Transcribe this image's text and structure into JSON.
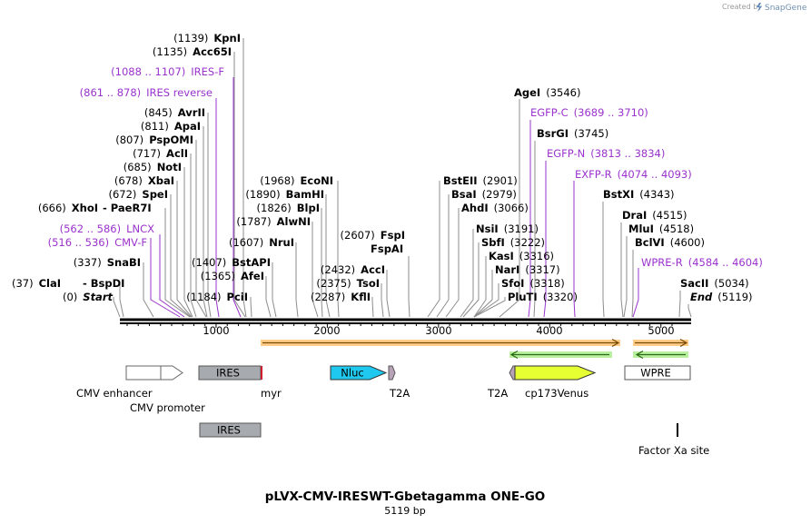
{
  "branding": {
    "created_by": "Created by",
    "product": "SnapGene"
  },
  "title": "pLVX-CMV-IRESWT-Gbetagamma ONE-GO",
  "length_label": "5119 bp",
  "ruler": {
    "labels": [
      "1000",
      "2000",
      "3000",
      "4000",
      "5000"
    ]
  },
  "sites": [
    {
      "pos": "(37)",
      "name": "ClaI"
    },
    {
      "pos": "",
      "name": "BspDI"
    },
    {
      "pos": "(0)",
      "name": "Start"
    },
    {
      "pos": "(337)",
      "name": "SnaBI"
    },
    {
      "pos": "(516 .. 536)",
      "name": "CMV-F"
    },
    {
      "pos": "(562 .. 586)",
      "name": "LNCX"
    },
    {
      "pos": "(666)",
      "name": "XhoI"
    },
    {
      "pos": "",
      "name": "PaeR7I"
    },
    {
      "pos": "(672)",
      "name": "SpeI"
    },
    {
      "pos": "(678)",
      "name": "XbaI"
    },
    {
      "pos": "(685)",
      "name": "NotI"
    },
    {
      "pos": "(717)",
      "name": "AclI"
    },
    {
      "pos": "(807)",
      "name": "PspOMI"
    },
    {
      "pos": "(811)",
      "name": "ApaI"
    },
    {
      "pos": "(845)",
      "name": "AvrII"
    },
    {
      "pos": "(861 .. 878)",
      "name": "IRES reverse"
    },
    {
      "pos": "(1088 .. 1107)",
      "name": "IRES-F"
    },
    {
      "pos": "(1135)",
      "name": "Acc65I"
    },
    {
      "pos": "(1139)",
      "name": "KpnI"
    },
    {
      "pos": "(1184)",
      "name": "PciI"
    },
    {
      "pos": "(1365)",
      "name": "AfeI"
    },
    {
      "pos": "(1407)",
      "name": "BstAPI"
    },
    {
      "pos": "(1607)",
      "name": "NruI"
    },
    {
      "pos": "(1787)",
      "name": "AlwNI"
    },
    {
      "pos": "(1826)",
      "name": "BlpI"
    },
    {
      "pos": "(1890)",
      "name": "BamHI"
    },
    {
      "pos": "(1968)",
      "name": "EcoNI"
    },
    {
      "pos": "(2287)",
      "name": "KflI"
    },
    {
      "pos": "(2375)",
      "name": "TsoI"
    },
    {
      "pos": "(2432)",
      "name": "AccI"
    },
    {
      "pos": "(2607)",
      "name": "FspI"
    },
    {
      "pos": "",
      "name": "FspAI"
    },
    {
      "pos": "(2901)",
      "name": "BstEII"
    },
    {
      "pos": "(2979)",
      "name": "BsaI"
    },
    {
      "pos": "(3066)",
      "name": "AhdI"
    },
    {
      "pos": "(3191)",
      "name": "NsiI"
    },
    {
      "pos": "(3222)",
      "name": "SbfI"
    },
    {
      "pos": "(3316)",
      "name": "KasI"
    },
    {
      "pos": "(3317)",
      "name": "NarI"
    },
    {
      "pos": "(3318)",
      "name": "SfoI"
    },
    {
      "pos": "(3320)",
      "name": "PluTI"
    },
    {
      "pos": "(3546)",
      "name": "AgeI"
    },
    {
      "pos": "(3689 .. 3710)",
      "name": "EGFP-C"
    },
    {
      "pos": "(3745)",
      "name": "BsrGI"
    },
    {
      "pos": "(3813 .. 3834)",
      "name": "EGFP-N"
    },
    {
      "pos": "(4074 .. 4093)",
      "name": "EXFP-R"
    },
    {
      "pos": "(4343)",
      "name": "BstXI"
    },
    {
      "pos": "(4515)",
      "name": "DraI"
    },
    {
      "pos": "(4518)",
      "name": "MluI"
    },
    {
      "pos": "(4600)",
      "name": "BclVI"
    },
    {
      "pos": "(4584 .. 4604)",
      "name": "WPRE-R"
    },
    {
      "pos": "(5034)",
      "name": "SacII"
    },
    {
      "pos": "(5119)",
      "name": "End"
    }
  ],
  "features": {
    "cmv_enhancer": "CMV enhancer",
    "cmv_promoter": "CMV promoter",
    "ires": "IRES",
    "myr": "myr",
    "nluc": "Nluc",
    "t2a_1": "T2A",
    "t2a_2": "T2A",
    "cp173venus": "cp173Venus",
    "wpre": "WPRE",
    "ires_lower": "IRES",
    "factor_xa": "Factor Xa site"
  },
  "colors": {
    "primer": "#9a33cc",
    "nluc": "#1ec8ee",
    "venus": "#e6ff33",
    "gray_feature": "#a7abb0",
    "orf_orange": "#ffcc88",
    "orf_green": "#b8f0a0"
  }
}
